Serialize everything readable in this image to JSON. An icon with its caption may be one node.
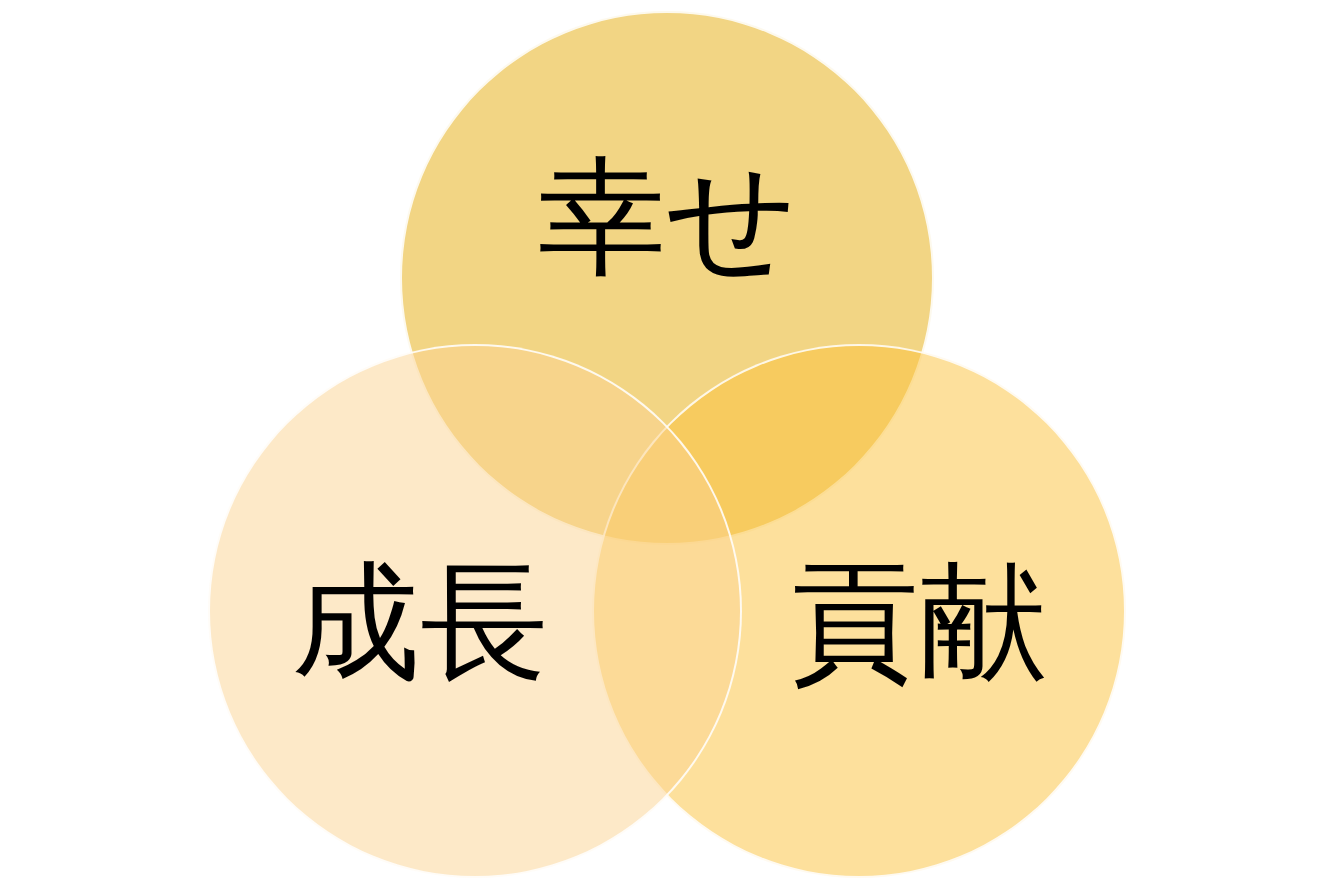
{
  "diagram": {
    "nodes": [
      {
        "text": [
          "幸せ"
        ]
      },
      {
        "text": [
          "成長"
        ]
      },
      {
        "text": [
          "貢献"
        ]
      }
    ]
  }
}
